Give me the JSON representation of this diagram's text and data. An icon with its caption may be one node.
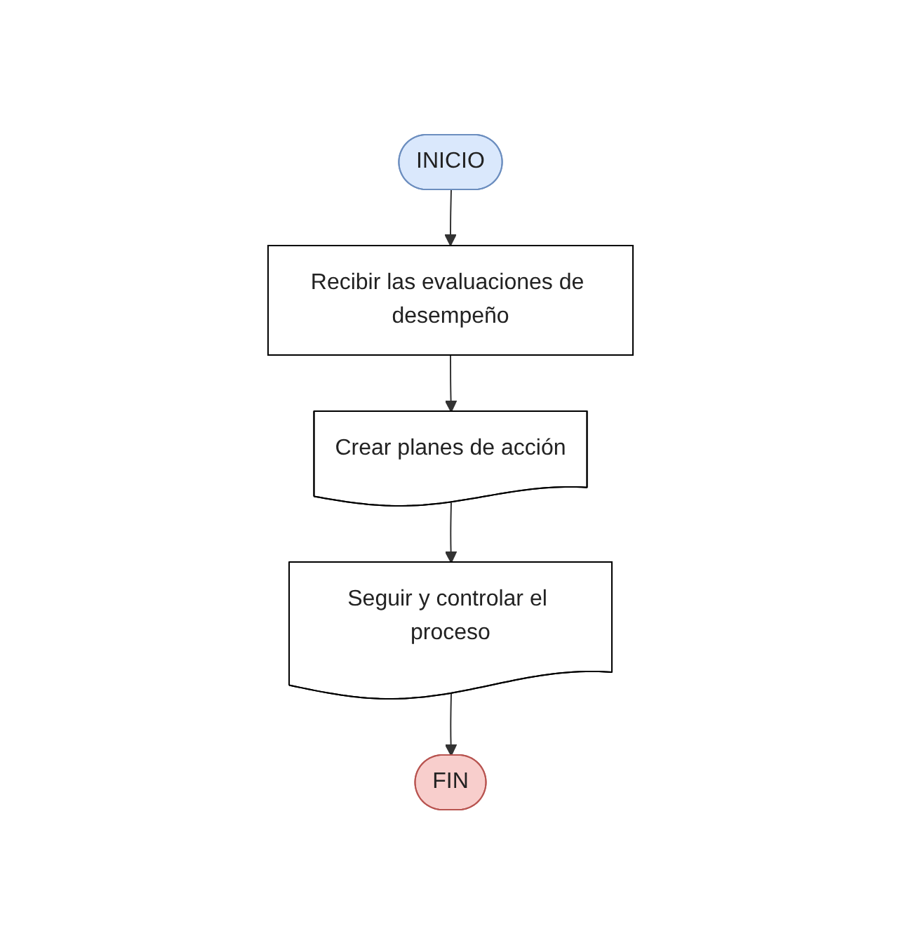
{
  "diagram": {
    "nodes": [
      {
        "text": [
          "INICIO"
        ]
      },
      {
        "text": [
          "Recibir las evaluaciones de desempeño"
        ]
      },
      {
        "text": [
          "Crear planes de acción"
        ]
      },
      {
        "text": [
          "Seguir y controlar el proceso"
        ]
      },
      {
        "text": [
          "FIN"
        ]
      }
    ],
    "edges": [
      {
        "from": 0,
        "to": 1,
        "arrow": "to"
      },
      {
        "from": 1,
        "to": 2,
        "arrow": "to"
      },
      {
        "from": 2,
        "to": 3,
        "arrow": "to"
      },
      {
        "from": 3,
        "to": 4,
        "arrow": "to"
      }
    ]
  }
}
